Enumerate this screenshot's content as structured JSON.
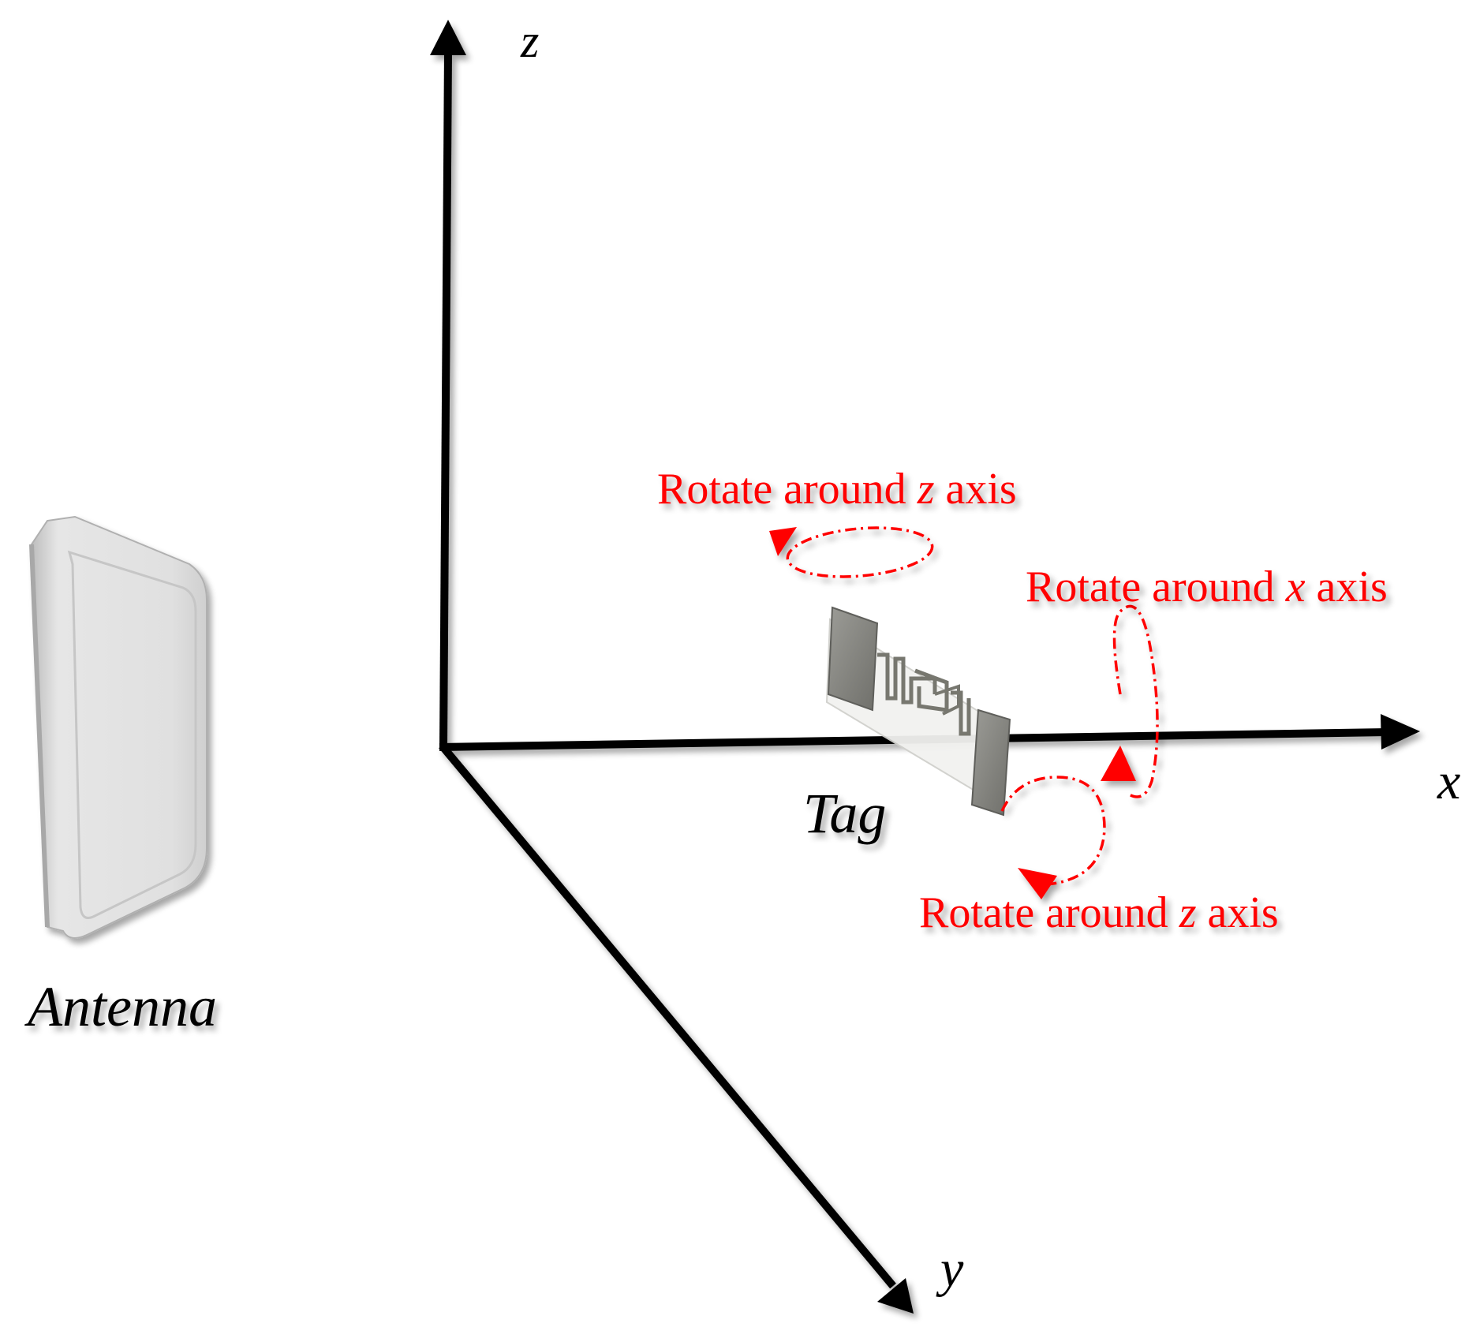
{
  "axes": {
    "x_label": "x",
    "y_label": "y",
    "z_label": "z"
  },
  "labels": {
    "antenna": "Antenna",
    "tag": "Tag",
    "rotate_z_top": {
      "prefix": "Rotate around ",
      "axis": "z",
      "suffix": " axis"
    },
    "rotate_x": {
      "prefix": "Rotate around ",
      "axis": "x",
      "suffix": " axis"
    },
    "rotate_z_bottom": {
      "prefix": "Rotate around ",
      "axis": "z",
      "suffix": " axis"
    }
  },
  "colors": {
    "axis": "#000000",
    "rotation": "#ff0000",
    "antenna_face": "#e3e3e3",
    "tag_pad": "#8a8a86"
  }
}
